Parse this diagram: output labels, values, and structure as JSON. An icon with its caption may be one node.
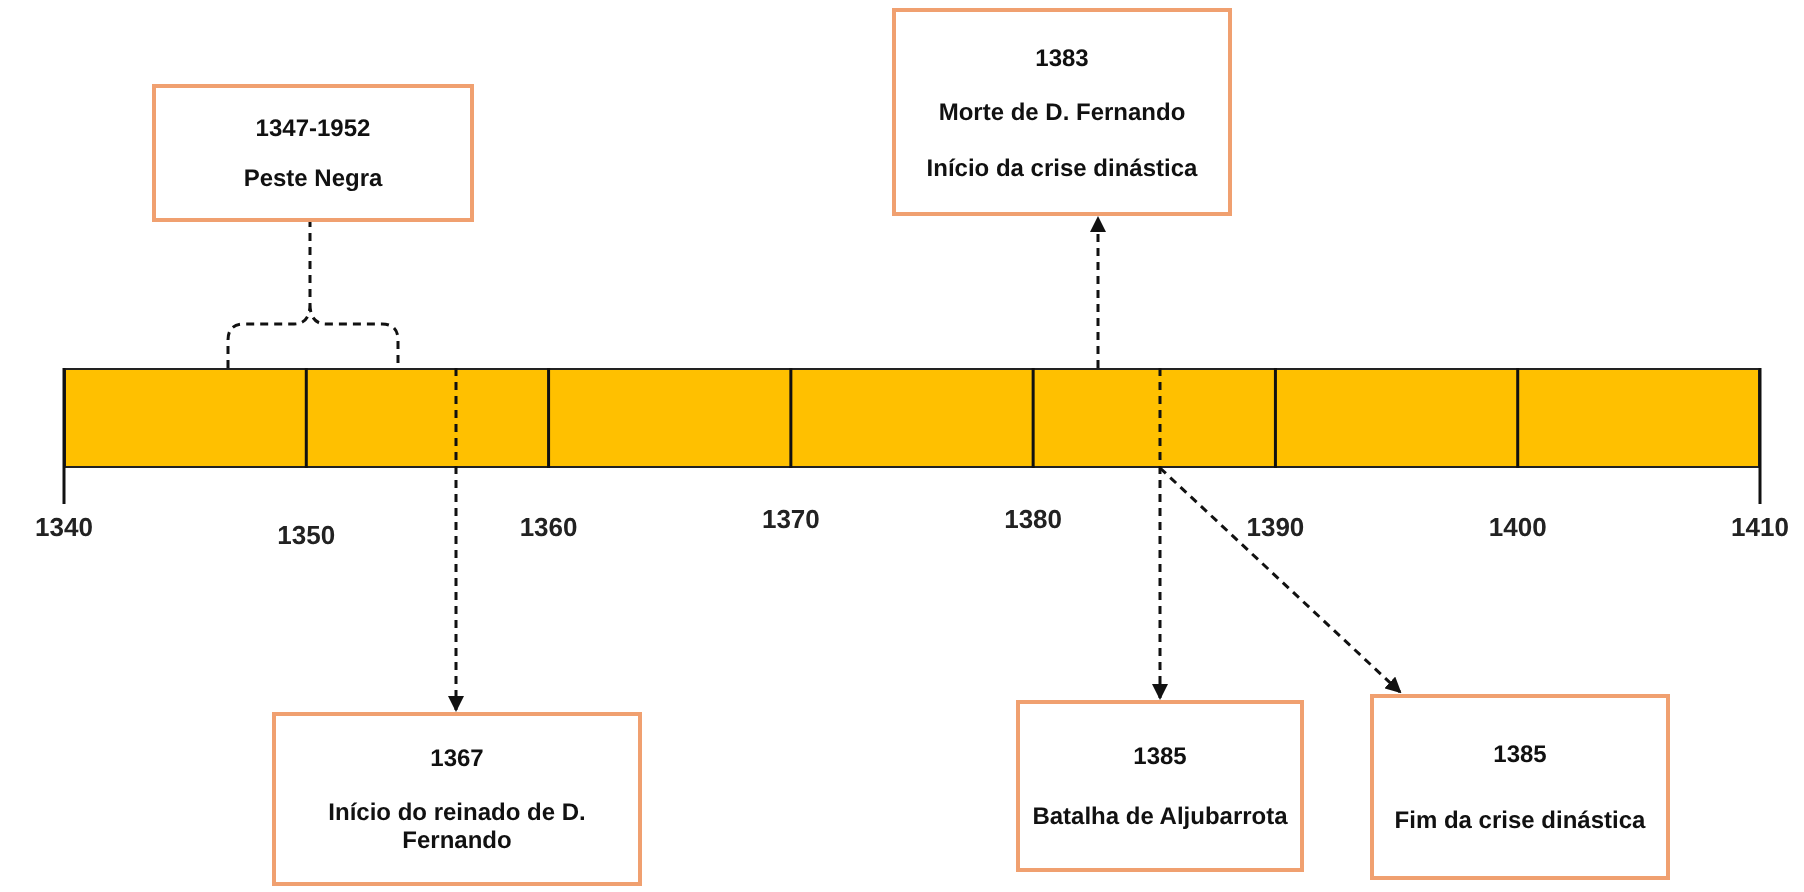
{
  "diagram": {
    "nodes": [
      {
        "text": [],
        "shape": "bar"
      },
      {
        "text": [
          "1347-1952",
          "Peste Negra"
        ]
      },
      {
        "text": [
          "1383",
          "Morte de D. Fernando",
          "Início da crise dinástica"
        ]
      },
      {
        "text": [
          "1367",
          "Início do reinado de D. Fernando"
        ]
      },
      {
        "text": [
          "1385",
          "Batalha de Aljubarrota"
        ]
      },
      {
        "text": [
          "1385",
          "Fim da crise dinástica"
        ]
      }
    ],
    "edges": [
      {
        "from": 0,
        "to": 1,
        "arrow": "none",
        "style": "dashed"
      },
      {
        "from": 0,
        "to": 3,
        "arrow": "to",
        "style": "dashed"
      },
      {
        "from": 0,
        "to": 2,
        "arrow": "to",
        "style": "dashed"
      },
      {
        "from": 0,
        "to": 4,
        "arrow": "to",
        "style": "dashed"
      },
      {
        "from": 0,
        "to": 5,
        "arrow": "to",
        "style": "dashed"
      }
    ],
    "labels": [
      "1340",
      "1350",
      "1360",
      "1370",
      "1380",
      "1390",
      "1400",
      "1410"
    ]
  }
}
